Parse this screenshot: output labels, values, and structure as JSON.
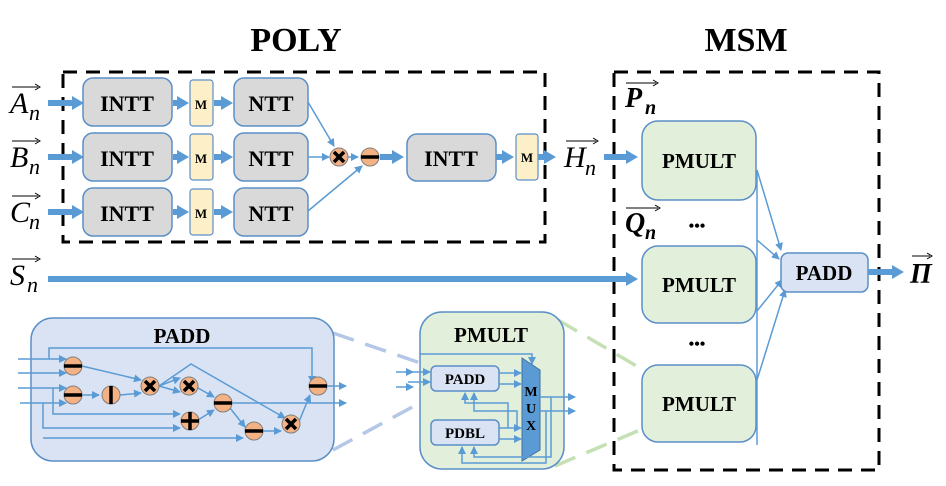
{
  "titles": {
    "poly": "POLY",
    "msm": "MSM"
  },
  "inputs": {
    "a": {
      "base": "A",
      "sub": "n"
    },
    "b": {
      "base": "B",
      "sub": "n"
    },
    "c": {
      "base": "C",
      "sub": "n"
    },
    "s": {
      "base": "S",
      "sub": "n"
    },
    "h": {
      "base": "H",
      "sub": "n"
    },
    "p": {
      "base": "P",
      "sub": "n"
    },
    "q": {
      "base": "Q",
      "sub": "n"
    },
    "pi": {
      "base": "Π"
    }
  },
  "poly": {
    "rows": [
      {
        "intt": "INTT",
        "m": "M",
        "ntt": "NTT"
      },
      {
        "intt": "INTT",
        "m": "M",
        "ntt": "NTT"
      },
      {
        "intt": "INTT",
        "m": "M",
        "ntt": "NTT"
      }
    ],
    "final_intt": "INTT",
    "final_m": "M",
    "ops": [
      "multiply",
      "subtract"
    ]
  },
  "msm": {
    "pmults": [
      "PMULT",
      "PMULT",
      "PMULT"
    ],
    "ellipsis": "•••",
    "padd": "PADD"
  },
  "padd_detail": {
    "title": "PADD",
    "ops": [
      "subtract",
      "subtract",
      "divide",
      "multiply",
      "multiply",
      "subtract",
      "add",
      "subtract",
      "multiply",
      "subtract"
    ]
  },
  "pmult_detail": {
    "title": "PMULT",
    "padd": "PADD",
    "pdbl": "PDBL",
    "mux": [
      "M",
      "U",
      "X"
    ]
  },
  "colors": {
    "arrow": "#5b9bd5",
    "gray_block": "#d9d9d9",
    "m_block": "#fdf0c8",
    "green_block": "#e2efda",
    "blue_block": "#dae3f3",
    "operator": "#f4b183",
    "mux": "#5b9bd5"
  }
}
